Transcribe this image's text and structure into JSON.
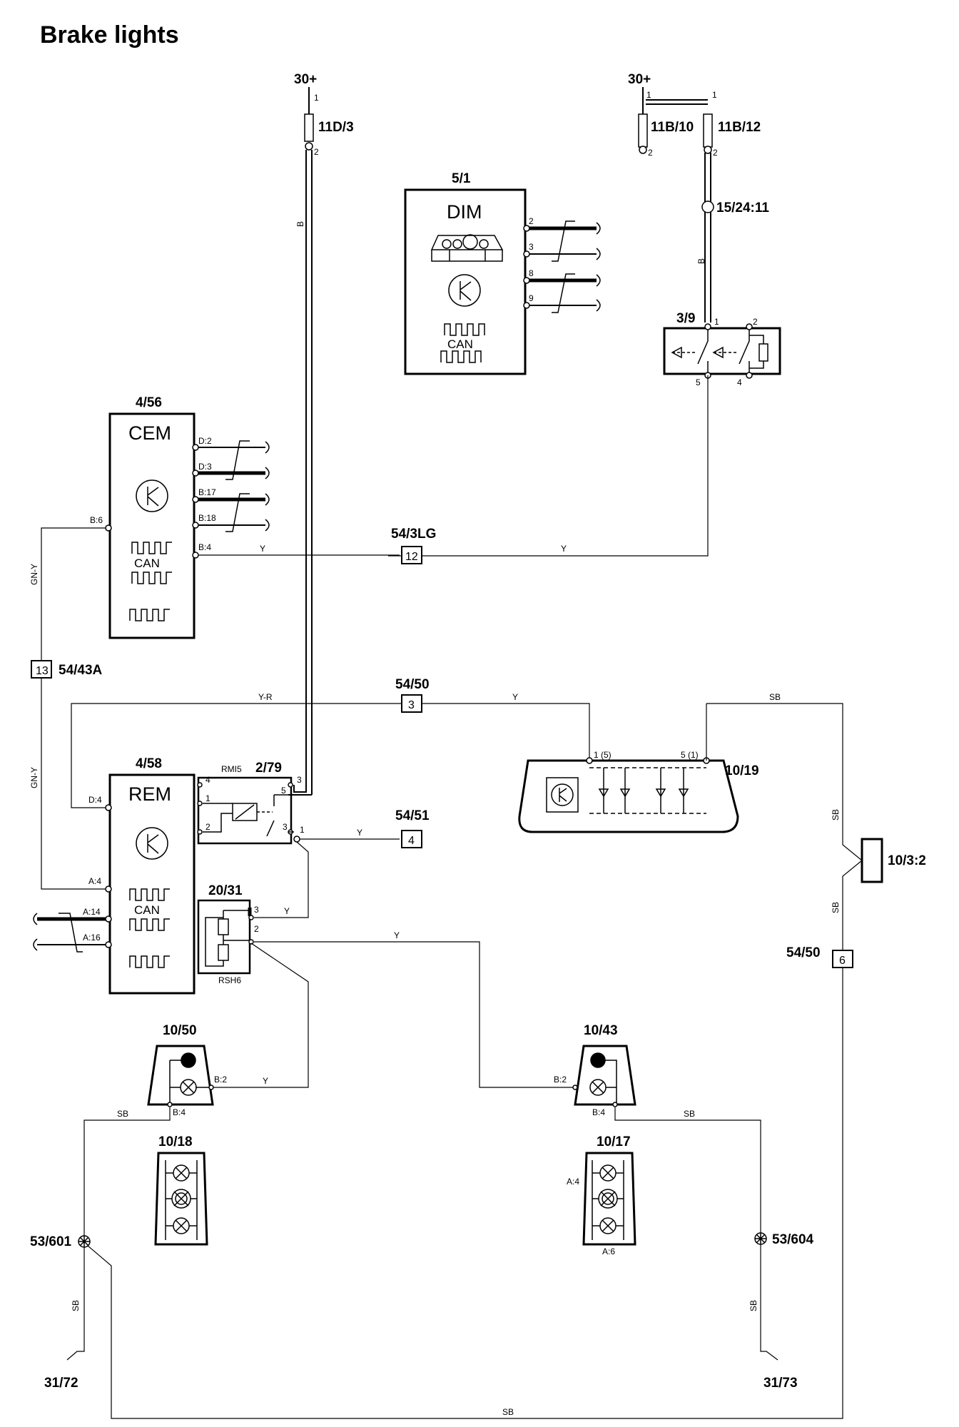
{
  "title": "Brake lights",
  "supply": {
    "left": "30+",
    "right": "30+"
  },
  "fuses": {
    "f11d3": "11D/3",
    "f11b10": "11B/10",
    "f11b12": "11B/12"
  },
  "splice_15_24_11": "15/24:11",
  "switch_3_9": "3/9",
  "dim": {
    "ref": "5/1",
    "name": "DIM",
    "can": "CAN"
  },
  "cem": {
    "ref": "4/56",
    "name": "CEM",
    "can": "CAN"
  },
  "rem": {
    "ref": "4/58",
    "name": "REM",
    "can": "CAN"
  },
  "relay_2_79": "2/79",
  "rmi5": "RMI5",
  "rsh6": "RSH6",
  "block_20_31": "20/31",
  "connectors": {
    "c54_3lg": "54/3LG",
    "c54_43a": "54/43A",
    "c54_50_top": "54/50",
    "c54_51": "54/51",
    "c54_50_right": "54/50"
  },
  "connector_pins": {
    "p12": "12",
    "p13": "13",
    "p3": "3",
    "p4": "4",
    "p6": "6"
  },
  "lamps": {
    "l10_19": "10/19",
    "l10_3_2": "10/3:2",
    "l10_50": "10/50",
    "l10_43": "10/43",
    "l10_18": "10/18",
    "l10_17": "10/17"
  },
  "grounds": {
    "g53_601": "53/601",
    "g53_604": "53/604",
    "g31_72": "31/72",
    "g31_73": "31/73"
  },
  "wire_colors": {
    "y": "Y",
    "yr": "Y-R",
    "sb": "SB",
    "gny": "GN-Y",
    "b": "B"
  },
  "pins": {
    "d2": "D:2",
    "d3": "D:3",
    "b17": "B:17",
    "b18": "B:18",
    "b6": "B:6",
    "b4": "B:4",
    "d4": "D:4",
    "a4": "A:4",
    "a14": "A:14",
    "a16": "A:16",
    "b2": "B:2",
    "a6": "A:6",
    "one5": "1 (5)",
    "five1": "5 (1)",
    "n1": "1",
    "n2": "2",
    "n3": "3",
    "n4": "4",
    "n5": "5",
    "n8": "8",
    "n9": "9"
  }
}
